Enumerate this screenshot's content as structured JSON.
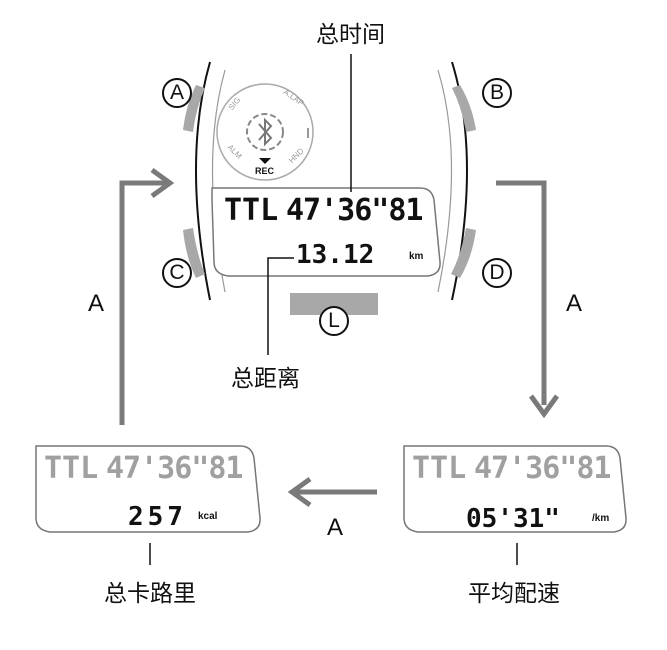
{
  "labels": {
    "total_time": "总时间",
    "total_distance": "总距离",
    "total_calories": "总卡路里",
    "average_pace": "平均配速"
  },
  "arrow_label": "A",
  "buttons": {
    "a": "A",
    "b": "B",
    "c": "C",
    "d": "D",
    "l": "L"
  },
  "bezel": {
    "sig": "SIG",
    "alap": "A.LAP",
    "alm": "ALM",
    "hnd": "HND",
    "rec": "REC"
  },
  "main_display": {
    "line1_prefix": "TTL",
    "line1_time": "47'36\"81",
    "line2_value": "13.12",
    "line2_unit": "km"
  },
  "calorie_display": {
    "line1_prefix": "TTL",
    "line1_time": "47'36\"81",
    "line2_value": "257",
    "line2_unit": "kcal"
  },
  "pace_display": {
    "line1_prefix": "TTL",
    "line1_time": "47'36\"81",
    "line2_value": "05'31\"",
    "line2_unit": "/km"
  },
  "colors": {
    "button_gray": "#a8a8a8",
    "arrow_gray": "#7a7a7a",
    "ink": "#111111",
    "faded": "#a0a0a0"
  }
}
